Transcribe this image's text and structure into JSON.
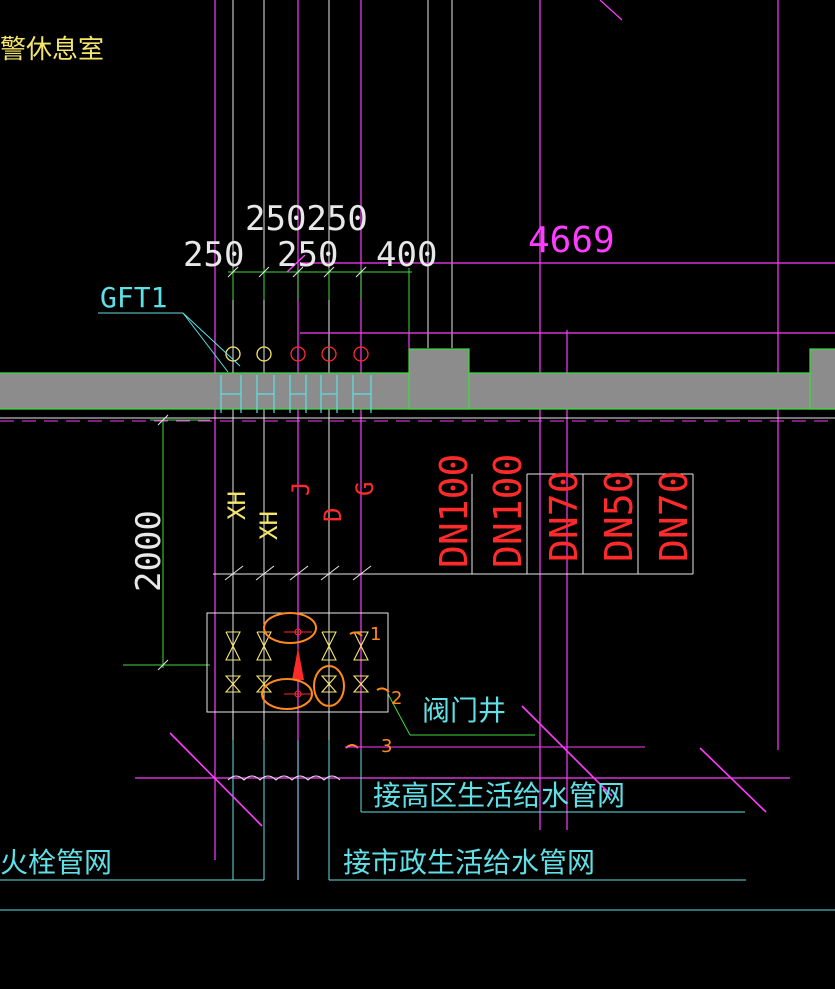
{
  "labels": {
    "room": "警休息室",
    "dim_top": "250250",
    "dim_250a": "250",
    "dim_250b": "250",
    "dim_400": "400",
    "dim_4669": "4669",
    "gft": "GFT1",
    "dim_2000": "2000",
    "pipe_xh1": "XH",
    "pipe_xh2": "XH",
    "pipe_j": "J",
    "pipe_d": "D",
    "pipe_g": "G",
    "dn1": "DN100",
    "dn2": "DN100",
    "dn3": "DN70",
    "dn4": "DN50",
    "dn5": "DN70",
    "valve_well": "阀门井",
    "high_zone": "接高区生活给水管网",
    "municipal": "接市政生活给水管网",
    "fire_net": "火栓管网",
    "mark1": "1",
    "mark2": "2",
    "mark3": "3"
  },
  "colors": {
    "background": "#000000",
    "magenta": "#ff3cff",
    "pink_line": "#ff4fb0",
    "cyan": "#5fe0e6",
    "green": "#3ddc3d",
    "white": "#e8e8e8",
    "yellow": "#f5e66b",
    "red": "#ff2a2a",
    "wall_gray": "#8c8c8c",
    "orange": "#ff8a1c"
  }
}
